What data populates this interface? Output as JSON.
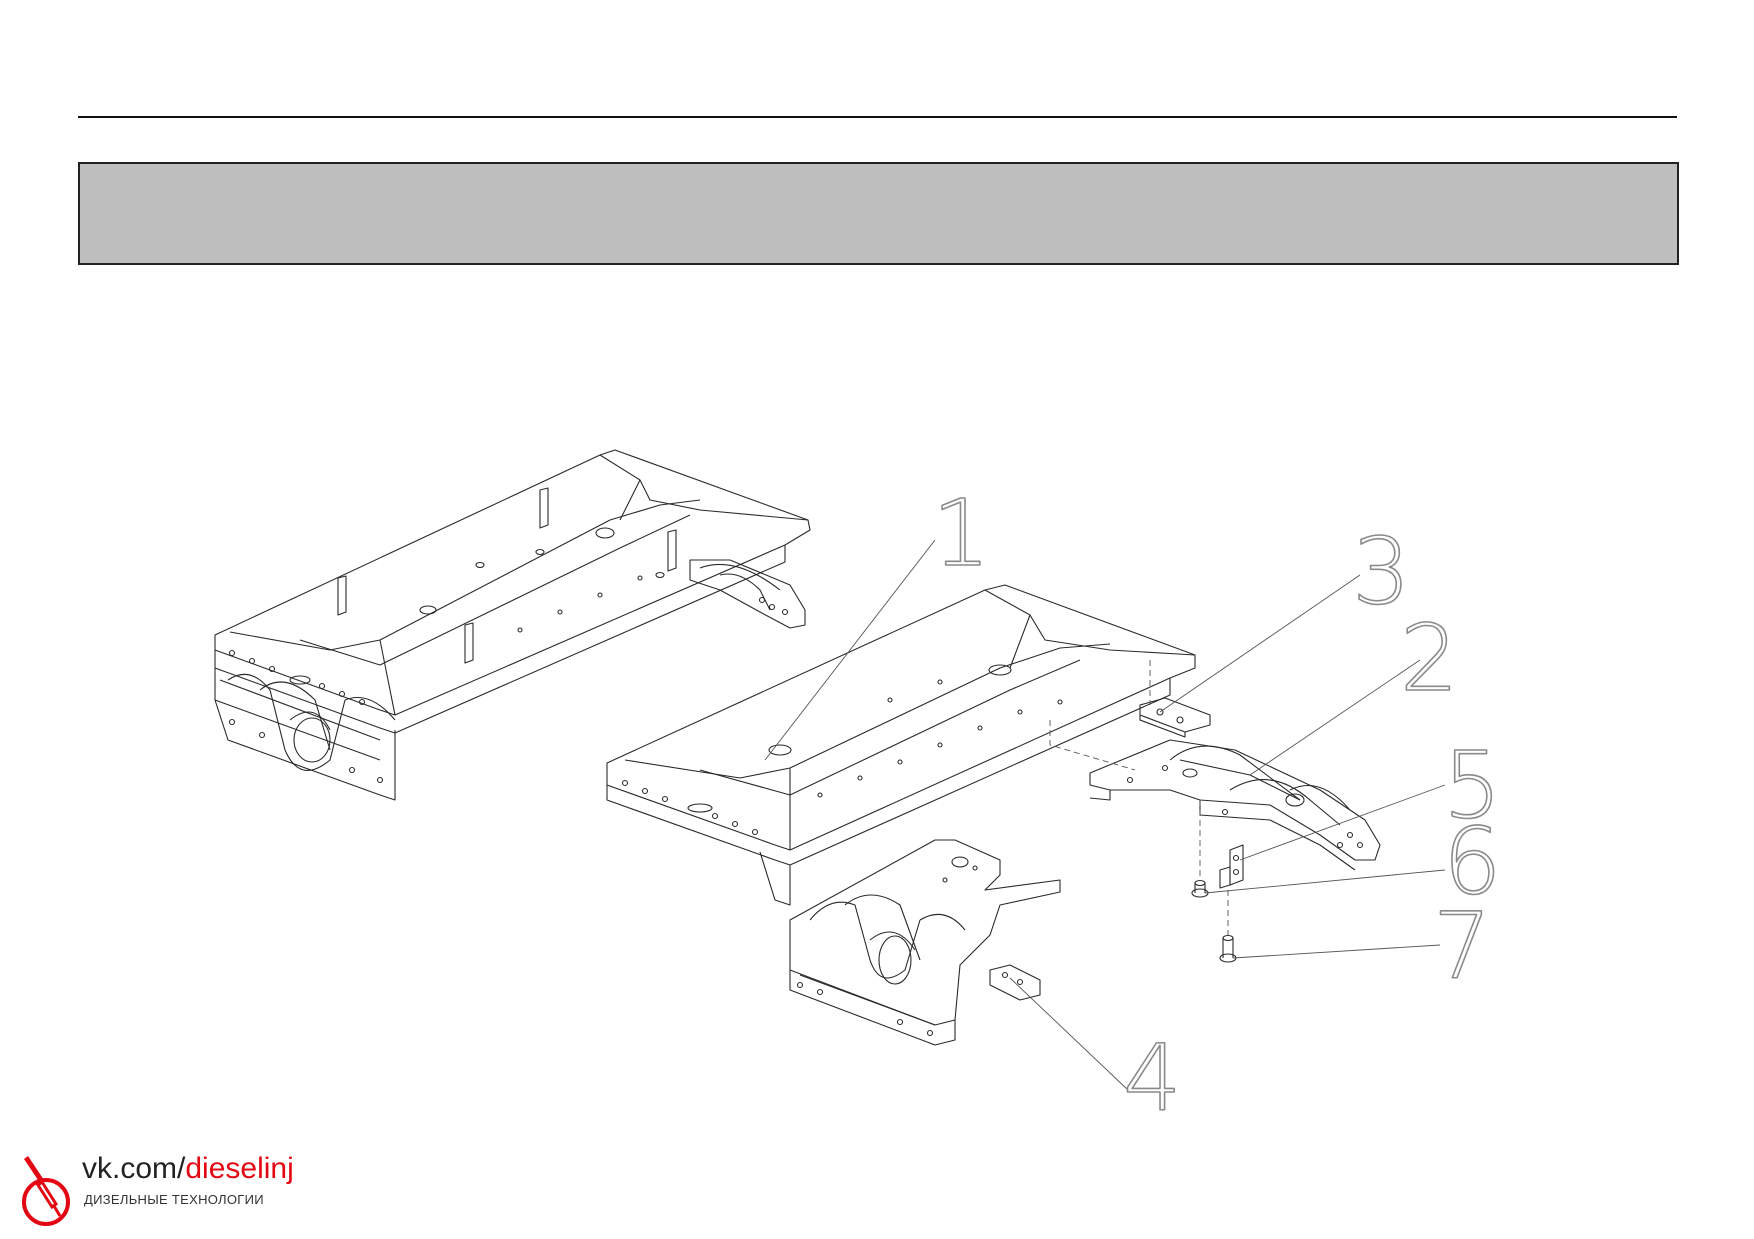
{
  "callouts": [
    "1",
    "2",
    "3",
    "4",
    "5",
    "6",
    "7"
  ],
  "watermark": {
    "url_prefix": "vk.com/",
    "url_accent": "dieselinj",
    "subtitle": "ДИЗЕЛЬНЫЕ ТЕХНОЛОГИИ",
    "brand_color": "#e30613"
  }
}
